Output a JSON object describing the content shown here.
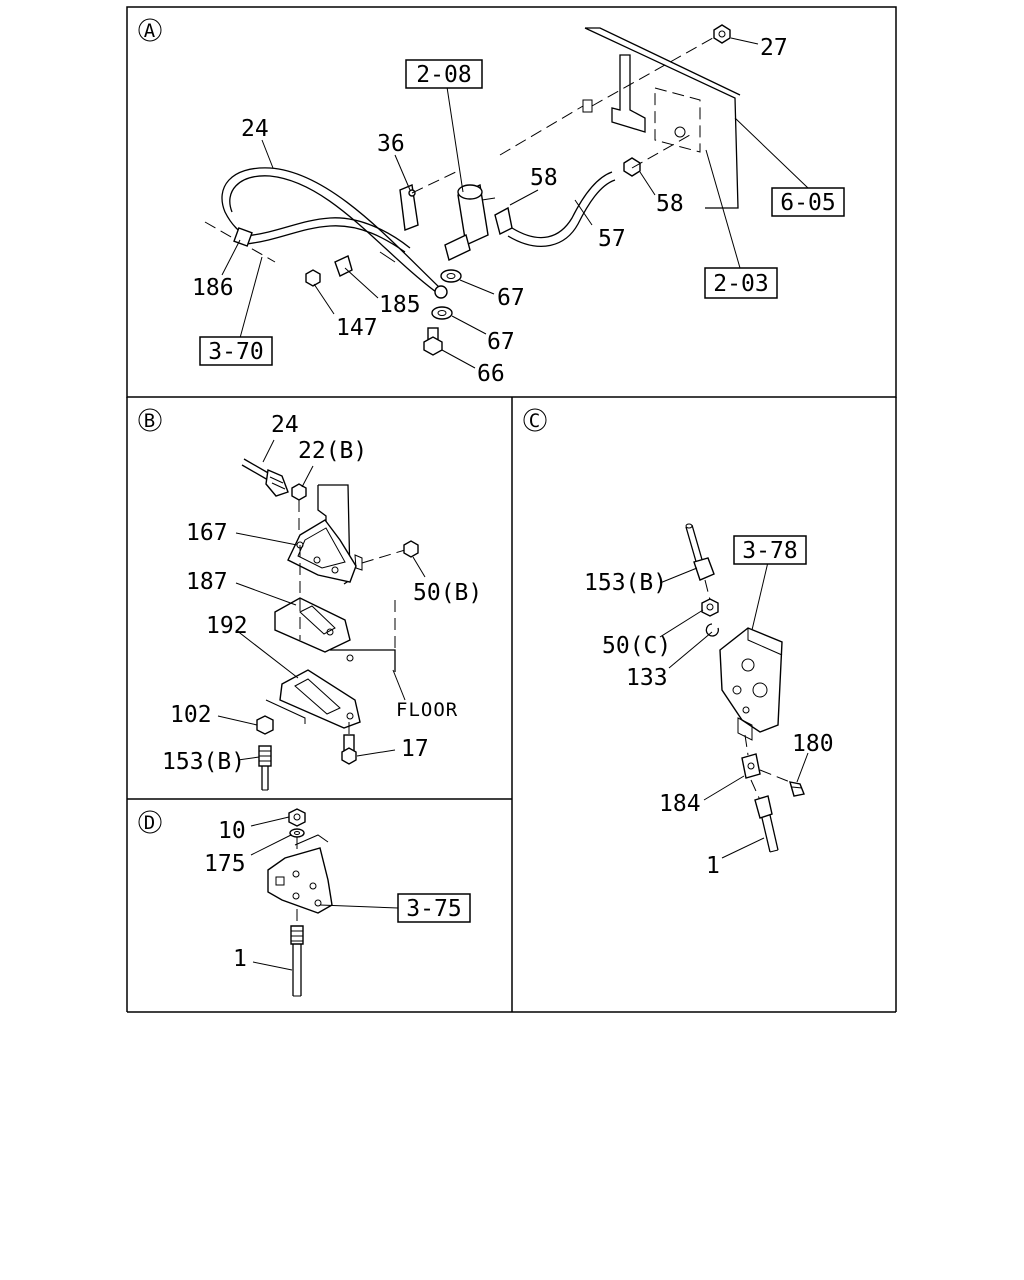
{
  "panels": {
    "a": {
      "marker": "A",
      "callouts": {
        "c24": "24",
        "c36": "36",
        "c27": "27",
        "c58a": "58",
        "c58b": "58",
        "c57": "57",
        "c186": "186",
        "c185": "185",
        "c147": "147",
        "c67a": "67",
        "c67b": "67",
        "c66": "66"
      },
      "refs": {
        "r208": "2-08",
        "r605": "6-05",
        "r203": "2-03",
        "r370": "3-70"
      }
    },
    "b": {
      "marker": "B",
      "callouts": {
        "c24": "24",
        "c22b": "22(B)",
        "c167": "167",
        "c187": "187",
        "c50b": "50(B)",
        "c192": "192",
        "c102": "102",
        "c153b": "153(B)",
        "c17": "17"
      },
      "floor_label": "FLOOR"
    },
    "c": {
      "marker": "C",
      "callouts": {
        "c153b": "153(B)",
        "c50c": "50(C)",
        "c133": "133",
        "c180": "180",
        "c184": "184",
        "c1": "1"
      },
      "refs": {
        "r378": "3-78"
      }
    },
    "d": {
      "marker": "D",
      "callouts": {
        "c10": "10",
        "c175": "175",
        "c1": "1"
      },
      "refs": {
        "r375": "3-75"
      }
    }
  }
}
